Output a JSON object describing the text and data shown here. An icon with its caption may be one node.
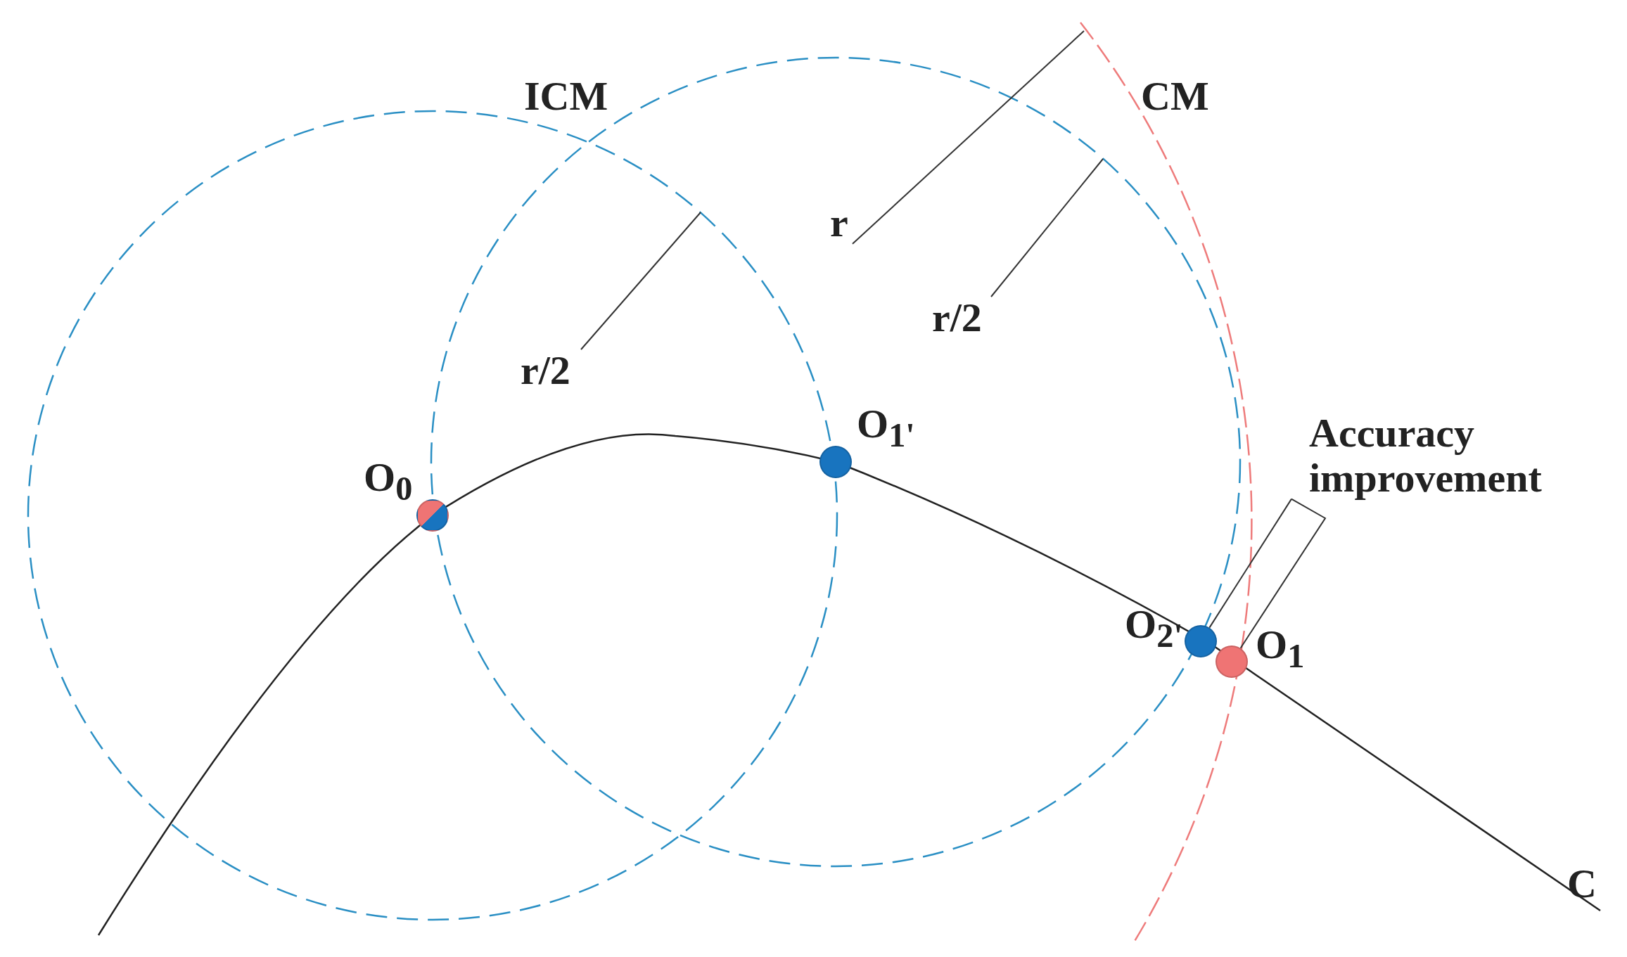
{
  "diagram": {
    "nodes": [
      {
        "text": [],
        "shape": "circle",
        "beside": [
          "O$_{0}$"
        ]
      },
      {
        "text": [],
        "shape": "circle",
        "beside": [
          "O$_{1'}$"
        ]
      },
      {
        "text": [],
        "shape": "circle",
        "beside": [
          "O$_{2'}$"
        ]
      },
      {
        "text": [],
        "shape": "circle",
        "beside": [
          "O$_{1}$"
        ]
      },
      {
        "text": [
          "Accuracy improvement"
        ]
      },
      {
        "text": [
          "r"
        ]
      },
      {
        "text": [
          "r/2"
        ]
      },
      {
        "text": [
          "r/2"
        ]
      }
    ],
    "edges": [
      {
        "from": 4,
        "to": 2,
        "arrow": "none"
      },
      {
        "from": 4,
        "to": 3,
        "arrow": "none"
      },
      {
        "from": 5,
        "to": null,
        "arrow": "none"
      },
      {
        "from": 6,
        "to": null,
        "arrow": "none"
      },
      {
        "from": 7,
        "to": null,
        "arrow": "none"
      }
    ],
    "labels": [
      "ICM",
      "CM",
      "C"
    ]
  }
}
